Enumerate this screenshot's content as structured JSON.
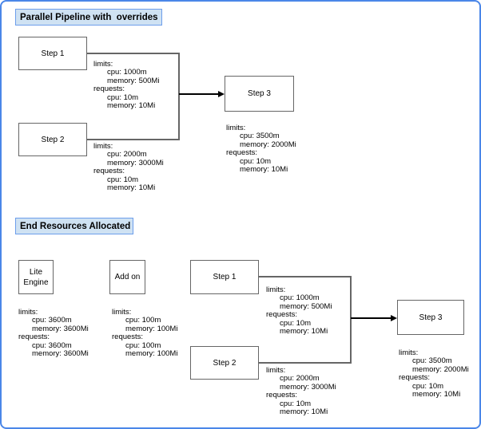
{
  "canvas": {
    "background": "#ffffff",
    "border_color": "#4a86e8",
    "title_fill": "#cfe2f3",
    "title_border": "#6d9eeb",
    "box_border": "#666666",
    "connector_color": "#666666",
    "arrow_color": "#000000"
  },
  "sections": [
    {
      "title": "Parallel Pipeline with  overrides",
      "boxes": [
        {
          "label": "Step 1"
        },
        {
          "label": "Step 2"
        },
        {
          "label": "Step 3"
        }
      ],
      "annotations": [
        {
          "lines": [
            "limits:",
            "cpu: 1000m",
            "memory: 500Mi",
            "requests:",
            "cpu: 10m",
            "memory: 10Mi"
          ]
        },
        {
          "lines": [
            "limits:",
            "cpu: 2000m",
            "memory: 3000Mi",
            "requests:",
            "cpu: 10m",
            "memory: 10Mi"
          ]
        },
        {
          "lines": [
            "limits:",
            "cpu: 3500m",
            "memory: 2000Mi",
            "requests:",
            "cpu: 10m",
            "memory: 10Mi"
          ]
        }
      ]
    },
    {
      "title": "End Resources Allocated",
      "boxes": [
        {
          "label": "Lite\nEngine"
        },
        {
          "label": "Add on"
        },
        {
          "label": "Step 1"
        },
        {
          "label": "Step 2"
        },
        {
          "label": "Step 3"
        }
      ],
      "annotations": [
        {
          "lines": [
            "limits:",
            "cpu: 3600m",
            "memory: 3600Mi",
            "requests:",
            "cpu: 3600m",
            "memory: 3600Mi"
          ]
        },
        {
          "lines": [
            "limits:",
            "cpu: 100m",
            "memory: 100Mi",
            "requests:",
            "cpu: 100m",
            "memory: 100Mi"
          ]
        },
        {
          "lines": [
            "limits:",
            "cpu: 1000m",
            "memory: 500Mi",
            "requests:",
            "cpu: 10m",
            "memory: 10Mi"
          ]
        },
        {
          "lines": [
            "limits:",
            "cpu: 2000m",
            "memory: 3000Mi",
            "requests:",
            "cpu: 10m",
            "memory: 10Mi"
          ]
        },
        {
          "lines": [
            "limits:",
            "cpu: 3500m",
            "memory: 2000Mi",
            "requests:",
            "cpu: 10m",
            "memory: 10Mi"
          ]
        }
      ]
    }
  ]
}
